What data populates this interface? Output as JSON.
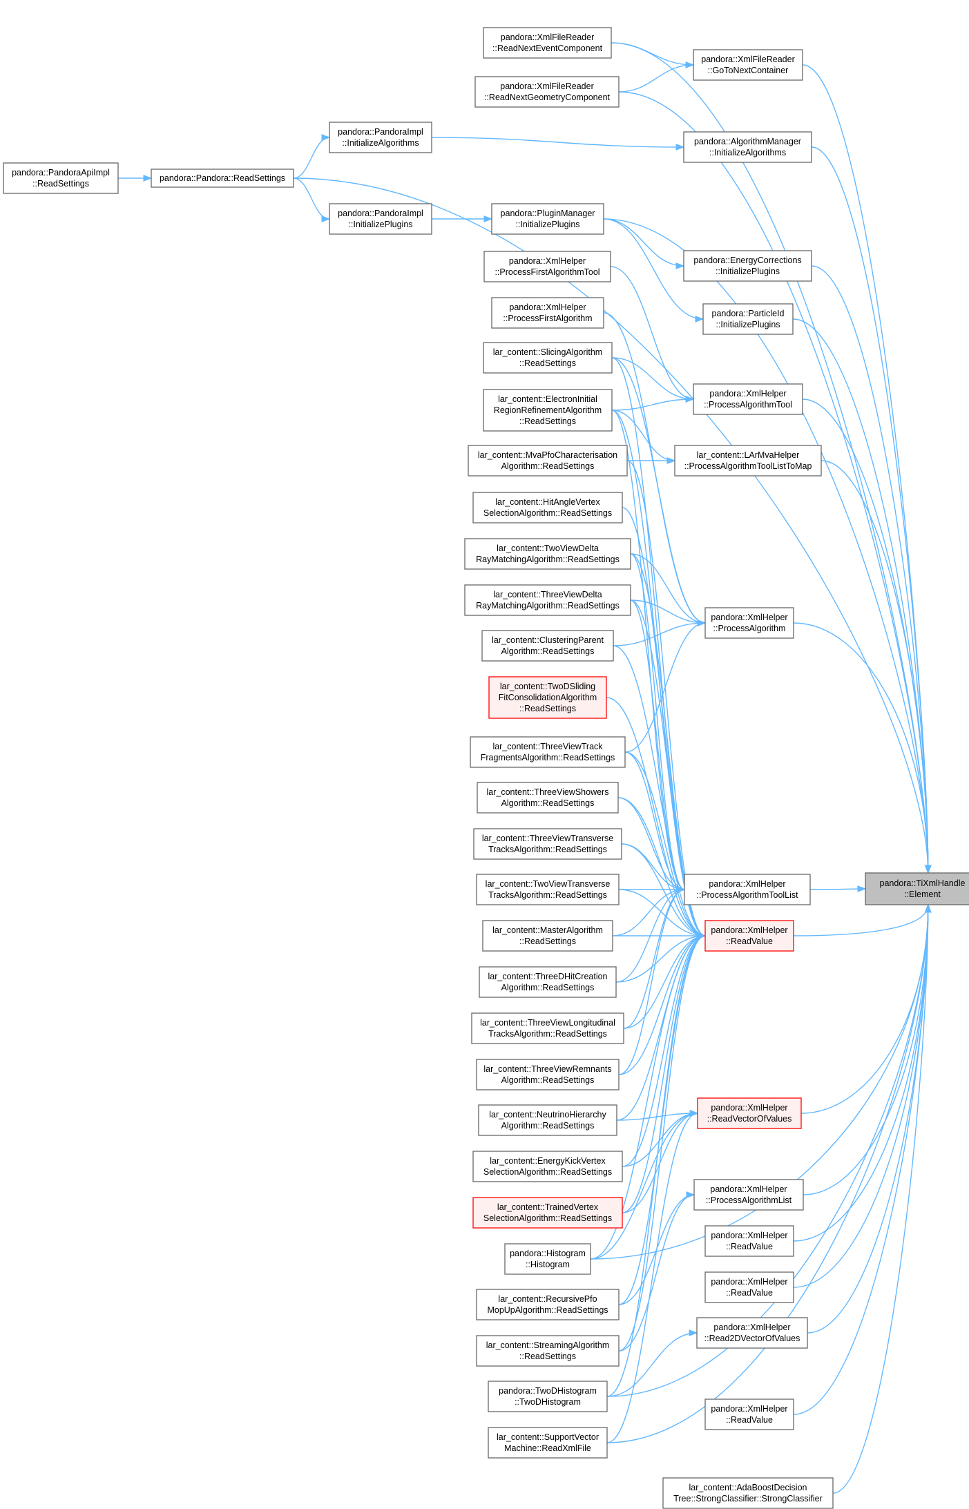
{
  "colors": {
    "edge": "#63b8ff",
    "node_border": "#666666",
    "highlight_border": "#ff0000",
    "highlight_fill": "#fff0f0",
    "root_fill": "#bfbfbf"
  },
  "nodes": [
    {
      "id": "root",
      "lines": [
        "pandora::TiXmlHandle",
        "::Element"
      ],
      "style": "root"
    },
    {
      "id": "xfr_nec",
      "lines": [
        "pandora::XmlFileReader",
        "::ReadNextEventComponent"
      ]
    },
    {
      "id": "xfr_gtnc",
      "lines": [
        "pandora::XmlFileReader",
        "::GoToNextContainer"
      ]
    },
    {
      "id": "xfr_ngc",
      "lines": [
        "pandora::XmlFileReader",
        "::ReadNextGeometryComponent"
      ]
    },
    {
      "id": "pi_ia",
      "lines": [
        "pandora::PandoraImpl",
        "::InitializeAlgorithms"
      ]
    },
    {
      "id": "am_ia",
      "lines": [
        "pandora::AlgorithmManager",
        "::InitializeAlgorithms"
      ]
    },
    {
      "id": "pai_rs",
      "lines": [
        "pandora::PandoraApiImpl",
        "::ReadSettings"
      ]
    },
    {
      "id": "p_rs",
      "lines": [
        "pandora::Pandora::ReadSettings"
      ]
    },
    {
      "id": "pi_ip",
      "lines": [
        "pandora::PandoraImpl",
        "::InitializePlugins"
      ]
    },
    {
      "id": "pm_ip",
      "lines": [
        "pandora::PluginManager",
        "::InitializePlugins"
      ]
    },
    {
      "id": "ec_ip",
      "lines": [
        "pandora::EnergyCorrections",
        "::InitializePlugins"
      ]
    },
    {
      "id": "pid_ip",
      "lines": [
        "pandora::ParticleId",
        "::InitializePlugins"
      ]
    },
    {
      "id": "xh_pfat",
      "lines": [
        "pandora::XmlHelper",
        "::ProcessFirstAlgorithmTool"
      ]
    },
    {
      "id": "xh_pfa",
      "lines": [
        "pandora::XmlHelper",
        "::ProcessFirstAlgorithm"
      ]
    },
    {
      "id": "slice",
      "lines": [
        "lar_content::SlicingAlgorithm",
        "::ReadSettings"
      ]
    },
    {
      "id": "xh_pat",
      "lines": [
        "pandora::XmlHelper",
        "::ProcessAlgorithmTool"
      ]
    },
    {
      "id": "eirr",
      "lines": [
        "lar_content::ElectronInitial",
        "RegionRefinementAlgorithm",
        "::ReadSettings"
      ]
    },
    {
      "id": "mvapfo",
      "lines": [
        "lar_content::MvaPfoCharacterisation",
        "Algorithm::ReadSettings"
      ]
    },
    {
      "id": "lar_mva",
      "lines": [
        "lar_content::LArMvaHelper",
        "::ProcessAlgorithmToolListToMap"
      ]
    },
    {
      "id": "hav",
      "lines": [
        "lar_content::HitAngleVertex",
        "SelectionAlgorithm::ReadSettings"
      ]
    },
    {
      "id": "tvdr",
      "lines": [
        "lar_content::TwoViewDelta",
        "RayMatchingAlgorithm::ReadSettings"
      ]
    },
    {
      "id": "thvdr",
      "lines": [
        "lar_content::ThreeViewDelta",
        "RayMatchingAlgorithm::ReadSettings"
      ]
    },
    {
      "id": "xh_pa",
      "lines": [
        "pandora::XmlHelper",
        "::ProcessAlgorithm"
      ]
    },
    {
      "id": "clp",
      "lines": [
        "lar_content::ClusteringParent",
        "Algorithm::ReadSettings"
      ]
    },
    {
      "id": "tdsfc",
      "lines": [
        "lar_content::TwoDSliding",
        "FitConsolidationAlgorithm",
        "::ReadSettings"
      ],
      "style": "highlight"
    },
    {
      "id": "tvtf",
      "lines": [
        "lar_content::ThreeViewTrack",
        "FragmentsAlgorithm::ReadSettings"
      ]
    },
    {
      "id": "tvs",
      "lines": [
        "lar_content::ThreeViewShowers",
        "Algorithm::ReadSettings"
      ]
    },
    {
      "id": "tvtt",
      "lines": [
        "lar_content::ThreeViewTransverse",
        "TracksAlgorithm::ReadSettings"
      ]
    },
    {
      "id": "twvtt",
      "lines": [
        "lar_content::TwoViewTransverse",
        "TracksAlgorithm::ReadSettings"
      ]
    },
    {
      "id": "xh_patl",
      "lines": [
        "pandora::XmlHelper",
        "::ProcessAlgorithmToolList"
      ]
    },
    {
      "id": "master",
      "lines": [
        "lar_content::MasterAlgorithm",
        "::ReadSettings"
      ]
    },
    {
      "id": "xh_rv1",
      "lines": [
        "pandora::XmlHelper",
        "::ReadValue"
      ],
      "style": "highlight"
    },
    {
      "id": "tdhc",
      "lines": [
        "lar_content::ThreeDHitCreation",
        "Algorithm::ReadSettings"
      ]
    },
    {
      "id": "tvlt",
      "lines": [
        "lar_content::ThreeViewLongitudinal",
        "TracksAlgorithm::ReadSettings"
      ]
    },
    {
      "id": "tvr",
      "lines": [
        "lar_content::ThreeViewRemnants",
        "Algorithm::ReadSettings"
      ]
    },
    {
      "id": "nh",
      "lines": [
        "lar_content::NeutrinoHierarchy",
        "Algorithm::ReadSettings"
      ]
    },
    {
      "id": "xh_rvov",
      "lines": [
        "pandora::XmlHelper",
        "::ReadVectorOfValues"
      ],
      "style": "highlight"
    },
    {
      "id": "ekv",
      "lines": [
        "lar_content::EnergyKickVertex",
        "SelectionAlgorithm::ReadSettings"
      ]
    },
    {
      "id": "tv",
      "lines": [
        "lar_content::TrainedVertex",
        "SelectionAlgorithm::ReadSettings"
      ],
      "style": "highlight"
    },
    {
      "id": "xh_pal",
      "lines": [
        "pandora::XmlHelper",
        "::ProcessAlgorithmList"
      ]
    },
    {
      "id": "hist",
      "lines": [
        "pandora::Histogram",
        "::Histogram"
      ]
    },
    {
      "id": "xh_rv2",
      "lines": [
        "pandora::XmlHelper",
        "::ReadValue"
      ]
    },
    {
      "id": "rpfo",
      "lines": [
        "lar_content::RecursivePfo",
        "MopUpAlgorithm::ReadSettings"
      ]
    },
    {
      "id": "xh_rv3",
      "lines": [
        "pandora::XmlHelper",
        "::ReadValue"
      ]
    },
    {
      "id": "stream",
      "lines": [
        "lar_content::StreamingAlgorithm",
        "::ReadSettings"
      ]
    },
    {
      "id": "xh_r2d",
      "lines": [
        "pandora::XmlHelper",
        "::Read2DVectorOfValues"
      ]
    },
    {
      "id": "hist2d",
      "lines": [
        "pandora::TwoDHistogram",
        "::TwoDHistogram"
      ]
    },
    {
      "id": "xh_rv4",
      "lines": [
        "pandora::XmlHelper",
        "::ReadValue"
      ]
    },
    {
      "id": "svm",
      "lines": [
        "lar_content::SupportVector",
        "Machine::ReadXmlFile"
      ]
    },
    {
      "id": "ada",
      "lines": [
        "lar_content::AdaBoostDecision",
        "Tree::StrongClassifier::StrongClassifier"
      ]
    }
  ]
}
